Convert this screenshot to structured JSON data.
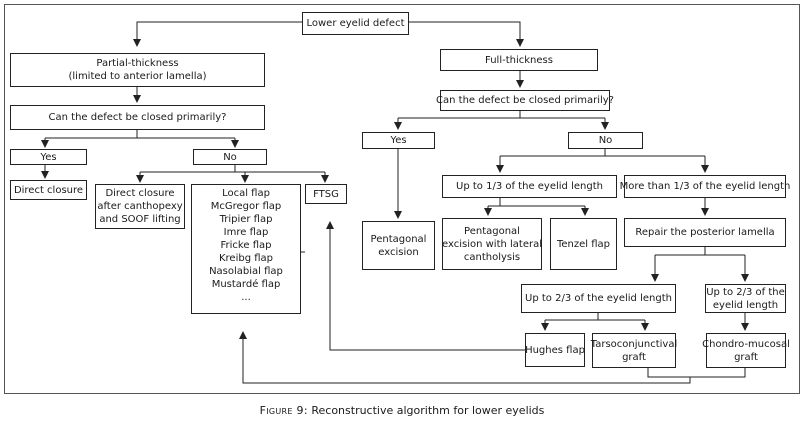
{
  "nodes": {
    "root": "Lower eyelid defect",
    "partial": [
      "Partial-thickness",
      "(limited to anterior lamella)"
    ],
    "partial_q": "Can the defect be closed primarily?",
    "p_yes": "Yes",
    "p_no": "No",
    "direct_closure": "Direct closure",
    "direct_canthopexy": [
      "Direct closure",
      "after canthopexy",
      "and SOOF lifting"
    ],
    "local_flaps": [
      "Local flap",
      "McGregor flap",
      "Tripier flap",
      "Imre flap",
      "Fricke flap",
      "Kreibg flap",
      "Nasolabial flap",
      "Mustardé flap",
      "..."
    ],
    "ftsg": "FTSG",
    "full": "Full-thickness",
    "full_q": "Can the defect be closed primarily?",
    "f_yes": "Yes",
    "f_no": "No",
    "pentagonal": [
      "Pentagonal",
      "excision"
    ],
    "upto13": "Up to 1/3 of the eyelid length",
    "more13": "More than 1/3 of the eyelid length",
    "pentagonal_lat": [
      "Pentagonal",
      "excision with lateral",
      "cantholysis"
    ],
    "tenzel": "Tenzel flap",
    "repair": "Repair the posterior lamella",
    "upto23": "Up to 2/3 of the eyelid length",
    "upto23b": [
      "Up to 2/3 of the",
      "eyelid length"
    ],
    "hughes": "Hughes flap",
    "tarso": [
      "Tarsoconjunctival",
      "graft"
    ],
    "chondro": [
      "Chondro-mucosal",
      "graft"
    ]
  },
  "caption": {
    "label": "Figure 9:",
    "text": " Reconstructive algorithm for lower eyelids"
  }
}
